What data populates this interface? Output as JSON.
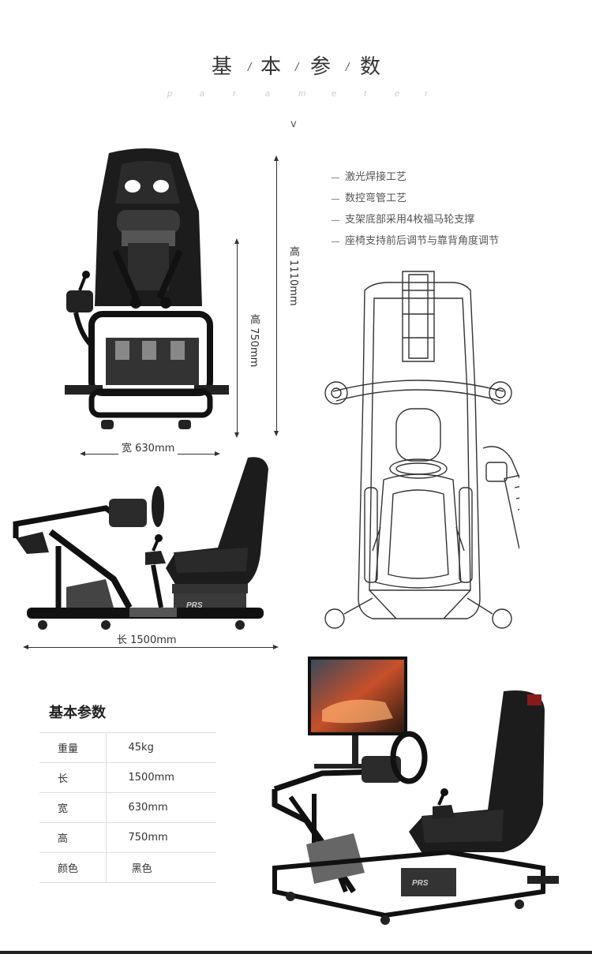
{
  "header": {
    "title_chars": [
      "基",
      "本",
      "参",
      "数"
    ],
    "separator": "/",
    "subtitle_chars": [
      "p",
      "a",
      "r",
      "a",
      "m",
      "e",
      "t",
      "e",
      "r"
    ],
    "chevron": "v"
  },
  "features": [
    "激光焊接工艺",
    "数控弯管工艺",
    "支架底部采用4枚福马轮支撑",
    "座椅支持前后调节与靠背角度调节"
  ],
  "dimensions": {
    "total_height": "高 1110mm",
    "height": "高 750mm",
    "width": "宽  630mm",
    "length": "长  1500mm"
  },
  "brand": {
    "logo_text": "PRS"
  },
  "specs": {
    "title": "基本参数",
    "rows": [
      {
        "key": "重量",
        "value": "45kg"
      },
      {
        "key": "长",
        "value": "1500mm"
      },
      {
        "key": "宽",
        "value": "630mm"
      },
      {
        "key": "高",
        "value": "750mm"
      },
      {
        "key": "颜色",
        "value": " 黑色"
      }
    ]
  }
}
